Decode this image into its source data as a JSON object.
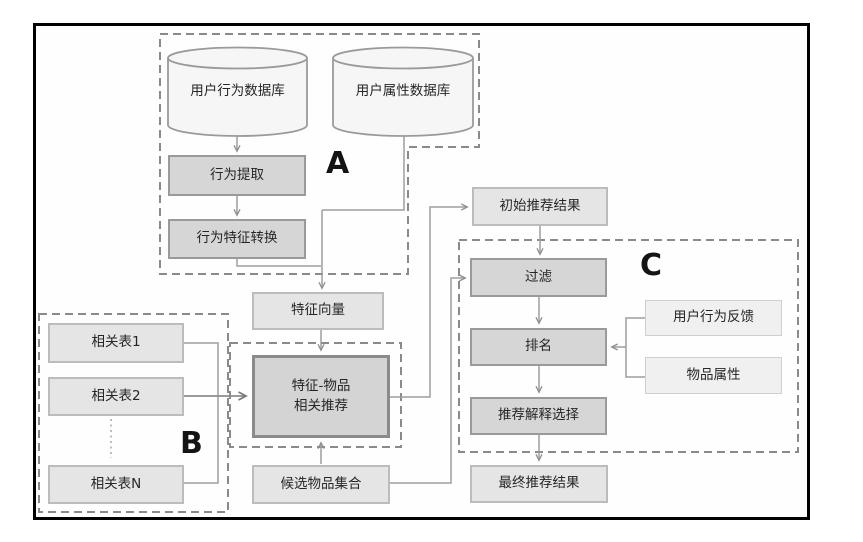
{
  "groups": {
    "a": "A",
    "b": "B",
    "c": "C"
  },
  "nodes": {
    "user_behavior_db": "用户行为数据库",
    "user_attribute_db": "用户属性数据库",
    "behavior_extraction": "行为提取",
    "behavior_feature_conversion": "行为特征转换",
    "feature_vector": "特征向量",
    "feature_item_recommendation": "特征-物品\n相关推荐",
    "candidate_item_set": "候选物品集合",
    "related_table_1": "相关表1",
    "related_table_2": "相关表2",
    "related_table_n": "相关表N",
    "initial_results": "初始推荐结果",
    "filter": "过滤",
    "ranking": "排名",
    "explanation_selection": "推荐解释选择",
    "final_results": "最终推荐结果",
    "user_behavior_feedback": "用户行为反馈",
    "item_attributes": "物品属性"
  },
  "edges": [
    {
      "from": "user_behavior_db",
      "to": "behavior_extraction"
    },
    {
      "from": "behavior_extraction",
      "to": "behavior_feature_conversion"
    },
    {
      "from": "behavior_feature_conversion",
      "to": "feature_vector"
    },
    {
      "from": "user_attribute_db",
      "to": "feature_vector"
    },
    {
      "from": "feature_vector",
      "to": "feature_item_recommendation"
    },
    {
      "from": "related_table_1",
      "to": "feature_item_recommendation"
    },
    {
      "from": "related_table_2",
      "to": "feature_item_recommendation"
    },
    {
      "from": "related_table_n",
      "to": "feature_item_recommendation"
    },
    {
      "from": "candidate_item_set",
      "to": "feature_item_recommendation"
    },
    {
      "from": "feature_item_recommendation",
      "to": "initial_results"
    },
    {
      "from": "candidate_item_set",
      "to": "filter"
    },
    {
      "from": "initial_results",
      "to": "filter"
    },
    {
      "from": "filter",
      "to": "ranking"
    },
    {
      "from": "user_behavior_feedback",
      "to": "ranking"
    },
    {
      "from": "item_attributes",
      "to": "ranking"
    },
    {
      "from": "ranking",
      "to": "explanation_selection"
    },
    {
      "from": "explanation_selection",
      "to": "final_results"
    }
  ],
  "colors": {
    "process_fill": "#d6d6d6",
    "process_border": "#9a9a9a",
    "data_fill": "#e5e5e5",
    "data_border": "#bcbcbc",
    "aux_fill": "#f0f0f0",
    "aux_border": "#cfcfcf",
    "cylinder_fill": "#f6f6f6",
    "dashed_line": "#8a8a8a",
    "connector": "#9e9e9e",
    "frame": "#000000"
  }
}
